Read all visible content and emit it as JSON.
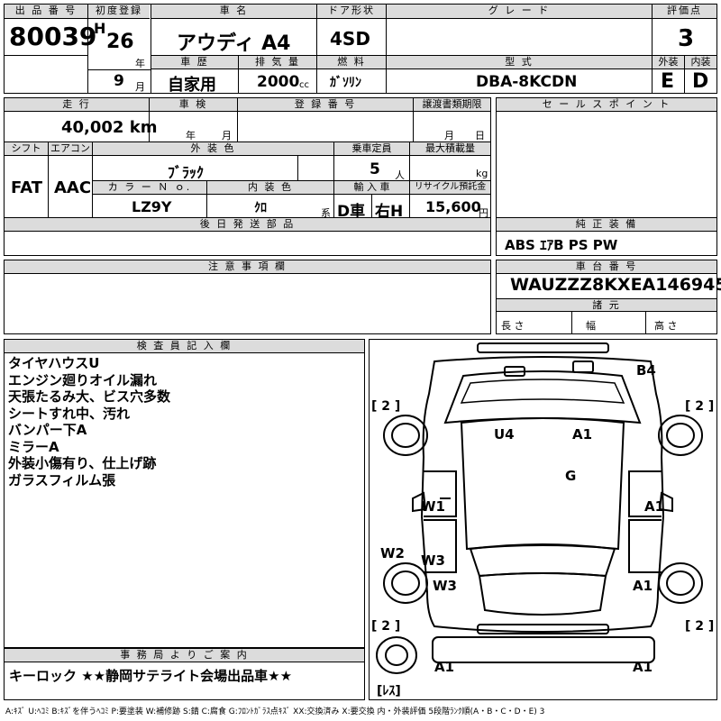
{
  "header": {
    "lot_label": "出 品 番 号",
    "lot_number": "80039",
    "first_reg_label": "初度登録",
    "era": "H",
    "year": "26",
    "year_unit": "年",
    "month": "9",
    "month_unit": "月",
    "car_name_label": "車 名",
    "car_name": "アウディ A4",
    "door_label": "ドア形状",
    "door_type": "4SD",
    "grade_label": "グ レ ー ド",
    "grade": "",
    "score_label": "評価点",
    "score": "3",
    "history_label": "車 歴",
    "history": "自家用",
    "displacement_label": "排 気 量",
    "displacement": "2000",
    "displacement_unit": "cc",
    "fuel_label": "燃 料",
    "fuel": "ｶﾞｿﾘﾝ",
    "model_label": "型 式",
    "model_code": "DBA-8KCDN",
    "exterior_label": "外装",
    "exterior_grade": "E",
    "interior_label": "内装",
    "interior_grade": "D"
  },
  "details": {
    "mileage_label": "走 行",
    "mileage": "40,002 km",
    "inspection_label": "車 検",
    "inspection_year_unit": "年",
    "inspection_month_unit": "月",
    "reg_no_label": "登 録 番 号",
    "transfer_label": "譲渡書類期限",
    "transfer_month_unit": "月",
    "transfer_day_unit": "日",
    "shift_label": "シフト",
    "shift": "FAT",
    "ac_label": "エアコン",
    "ac": "AAC",
    "ext_color_label": "外 装 色",
    "ext_color": "ﾌﾞﾗｯｸ",
    "capacity_label": "乗車定員",
    "capacity": "5",
    "capacity_unit": "人",
    "max_load_label": "最大積載量",
    "max_load_unit": "kg",
    "color_no_label": "カ ラ ー Ｎ ｏ.",
    "color_no": "LZ9Y",
    "int_color_label": "内 装 色",
    "int_color": "ｸﾛ",
    "int_color_unit": "系",
    "import_label": "輸 入 車",
    "import_value": "D車",
    "steering": "右H",
    "recycle_label": "リサイクル預託金",
    "recycle_fee": "15,600",
    "recycle_unit": "円",
    "later_parts_label": "後 日 発 送 部 品",
    "sales_point_label": "セ ー ル ス ポ イ ン ト",
    "equipment_label": "純 正 装 備",
    "equipment": "ABS ｴｱB PS PW",
    "notes_label": "注 意 事 項 欄",
    "chassis_label": "車 台 番 号",
    "chassis_no": "WAUZZZ8KXEA146945",
    "specs_label": "諸 元",
    "length_label": "長 さ",
    "width_label": "幅",
    "height_label": "高 さ"
  },
  "inspector": {
    "label": "検 査 員 記 入 欄",
    "lines": [
      "タイヤハウスU",
      "エンジン廻りオイル漏れ",
      "天張たるみ大、ビス穴多数",
      "シートすれ中、汚れ",
      "バンパー下A",
      "ミラーA",
      "外装小傷有り、仕上げ跡",
      "ガラスフィルム張"
    ]
  },
  "office": {
    "label": "事 務 局 よ り ご 案 内",
    "message": "キーロック ★★静岡サテライト会場出品車★★"
  },
  "diagram": {
    "marks": {
      "b4": "B4",
      "u4": "U4",
      "a1_roof": "A1",
      "g": "G",
      "w1": "W1",
      "a1_right_front": "A1",
      "w2": "W2",
      "w3_left_mid": "W3",
      "w3_left_low": "W3",
      "a1_right_rear": "A1",
      "a1_bottom_left": "A1",
      "a1_bottom_right": "A1"
    },
    "tires": {
      "front_left": "[ 2 ]",
      "front_right": "[ 2 ]",
      "rear_left": "[ 2 ]",
      "rear_right": "[ 2 ]"
    },
    "spare_label": "[ﾚｽ]"
  },
  "legend": "A:ｷｽﾞ U:ﾍｺﾐ B:ｷｽﾞを伴うﾍｺﾐ P:要塗装 W:補修跡 S:錆 C:腐食 G:ﾌﾛﾝﾄｶﾞﾗｽ点ｷｽﾞ XX:交換済み X:要交換 内・外装評価 5段階ﾗﾝｸ順(A・B・C・D・E) 3"
}
